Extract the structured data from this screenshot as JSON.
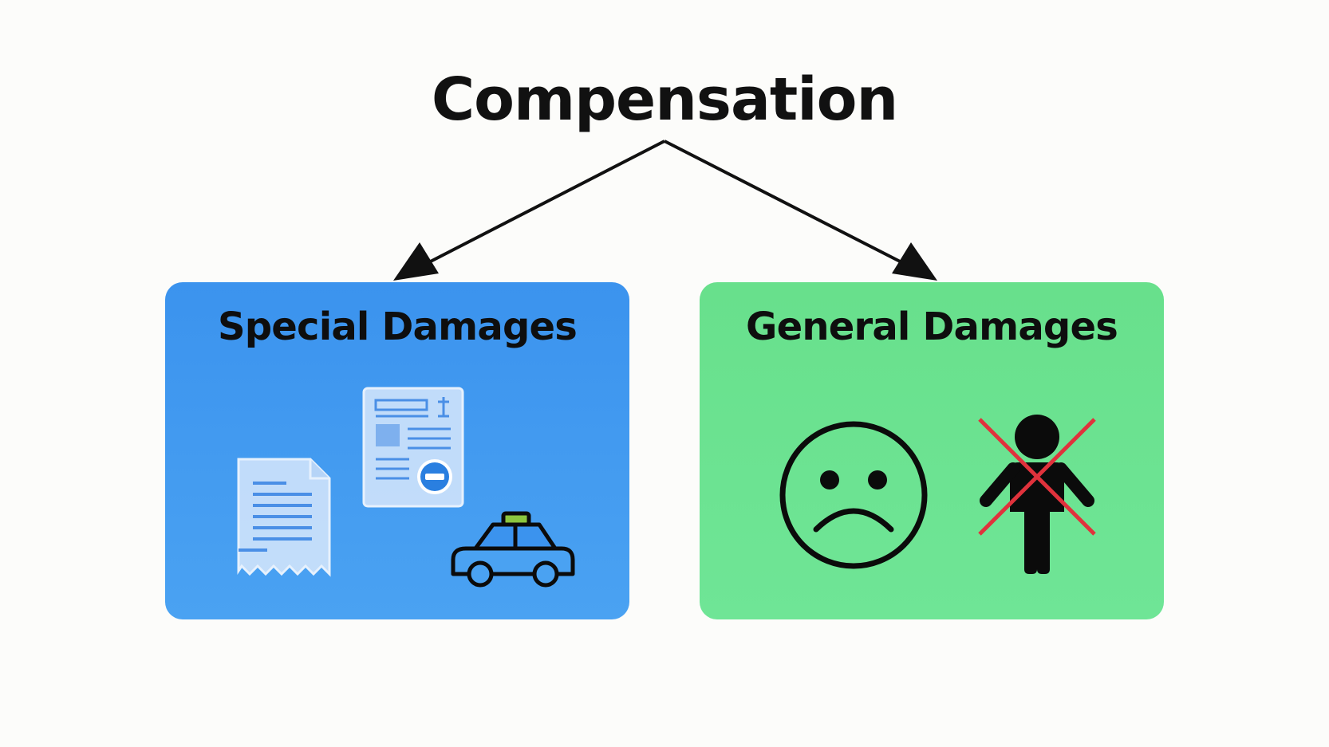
{
  "diagram": {
    "title": "Compensation",
    "branches": [
      {
        "label": "Special Damages",
        "color": "#3b93ee",
        "icons": [
          "receipt-icon",
          "bill-document-icon",
          "car-icon"
        ]
      },
      {
        "label": "General Damages",
        "color": "#68e08c",
        "icons": [
          "sad-face-icon",
          "crossed-out-person-icon"
        ]
      }
    ],
    "arrow_color": "#111111",
    "cross_color": "#e0323c"
  }
}
